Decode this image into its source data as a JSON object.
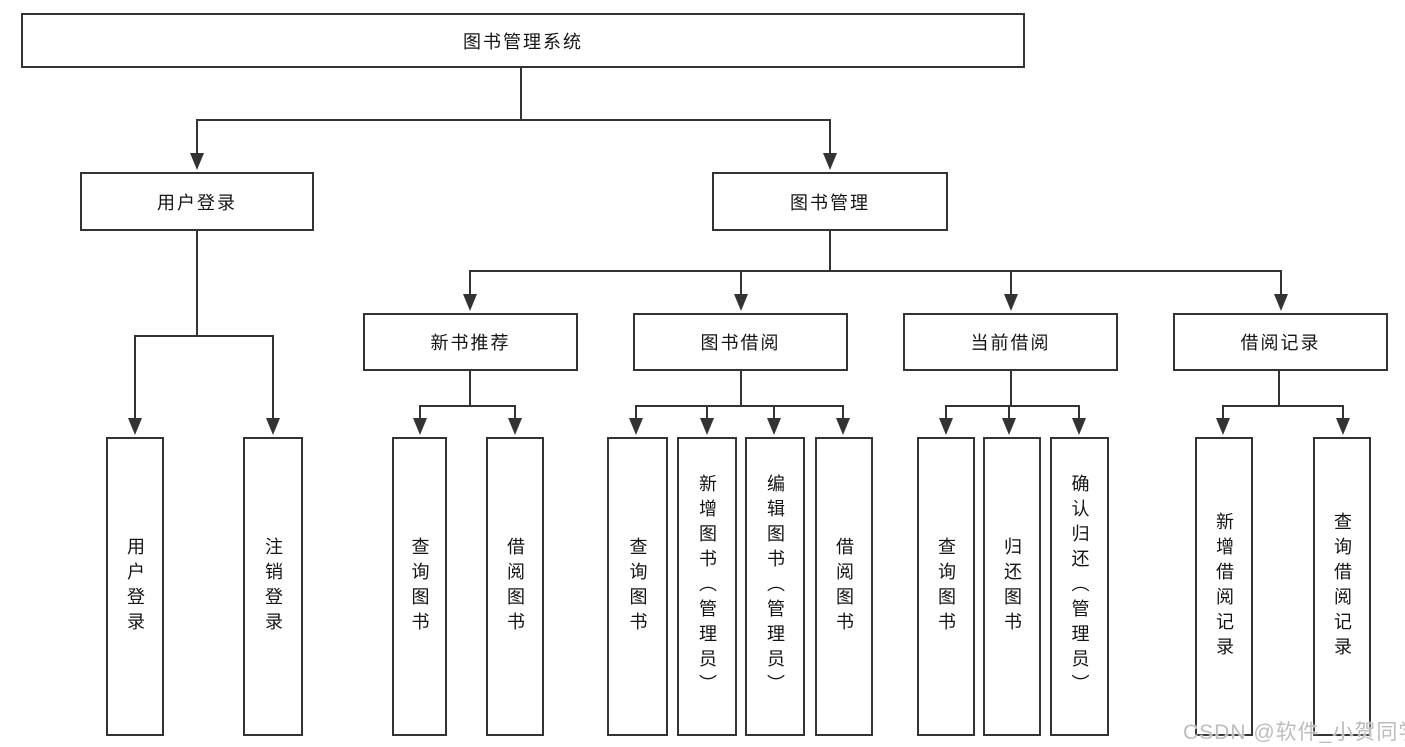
{
  "diagram": {
    "root": {
      "label": "图书管理系统"
    },
    "branches": [
      {
        "label": "用户登录",
        "children": [
          {
            "label": "用户登录"
          },
          {
            "label": "注销登录"
          }
        ]
      },
      {
        "label": "图书管理",
        "children": [
          {
            "label": "新书推荐",
            "children": [
              {
                "label": "查询图书"
              },
              {
                "label": "借阅图书"
              }
            ]
          },
          {
            "label": "图书借阅",
            "children": [
              {
                "label": "查询图书"
              },
              {
                "label": "新增图书（管理员）"
              },
              {
                "label": "编辑图书（管理员）"
              },
              {
                "label": "借阅图书"
              }
            ]
          },
          {
            "label": "当前借阅",
            "children": [
              {
                "label": "查询图书"
              },
              {
                "label": "归还图书"
              },
              {
                "label": "确认归还（管理员）"
              }
            ]
          },
          {
            "label": "借阅记录",
            "children": [
              {
                "label": "新增借阅记录"
              },
              {
                "label": "查询借阅记录"
              }
            ]
          }
        ]
      }
    ]
  },
  "watermark": {
    "text": "CSDN @软件_小贺同学"
  },
  "colors": {
    "line": "#333333",
    "box_border": "#333333",
    "box_background": "#ffffff",
    "text": "#141414",
    "watermark": "#bdbdbd"
  }
}
